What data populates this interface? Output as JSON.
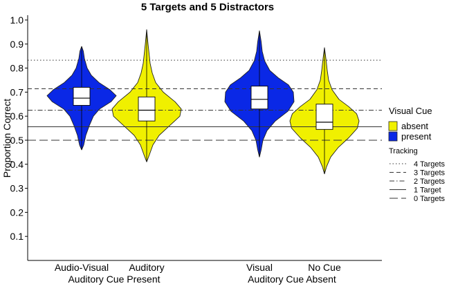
{
  "chart_data": {
    "type": "violin",
    "title": "5 Targets and 5 Distractors",
    "ylabel": "Proportion Correct",
    "xlabel": "",
    "ylim": [
      0.0,
      1.02
    ],
    "yticks": [
      0.1,
      0.2,
      0.3,
      0.4,
      0.5,
      0.6,
      0.7,
      0.8,
      0.9,
      1.0
    ],
    "ytick_labels": [
      "0.1",
      "0.2",
      "0.3",
      "0.4",
      "0.5",
      "0.6",
      "0.7",
      "0.8",
      "0.9",
      "1.0"
    ],
    "grid": false,
    "groups": [
      {
        "label": "Auditory Cue Present",
        "categories": [
          "Audio-Visual",
          "Auditory"
        ]
      },
      {
        "label": "Auditory Cue Absent",
        "categories": [
          "Visual",
          "No Cue"
        ]
      }
    ],
    "violins": [
      {
        "category": "Audio-Visual",
        "visual_cue": "present",
        "min": 0.46,
        "max": 0.89,
        "q1": 0.645,
        "median": 0.675,
        "q3": 0.72,
        "profile": [
          [
            0.46,
            0
          ],
          [
            0.48,
            0.06
          ],
          [
            0.52,
            0.12
          ],
          [
            0.56,
            0.22
          ],
          [
            0.6,
            0.34
          ],
          [
            0.63,
            0.52
          ],
          [
            0.66,
            0.85
          ],
          [
            0.685,
            1.0
          ],
          [
            0.71,
            0.82
          ],
          [
            0.74,
            0.5
          ],
          [
            0.77,
            0.28
          ],
          [
            0.8,
            0.16
          ],
          [
            0.84,
            0.08
          ],
          [
            0.87,
            0.05
          ],
          [
            0.89,
            0
          ]
        ]
      },
      {
        "category": "Auditory",
        "visual_cue": "absent",
        "min": 0.41,
        "max": 0.96,
        "q1": 0.58,
        "median": 0.625,
        "q3": 0.68,
        "profile": [
          [
            0.41,
            0
          ],
          [
            0.44,
            0.08
          ],
          [
            0.48,
            0.18
          ],
          [
            0.52,
            0.36
          ],
          [
            0.56,
            0.66
          ],
          [
            0.6,
            0.96
          ],
          [
            0.63,
            1.0
          ],
          [
            0.66,
            0.82
          ],
          [
            0.7,
            0.48
          ],
          [
            0.74,
            0.26
          ],
          [
            0.78,
            0.16
          ],
          [
            0.82,
            0.1
          ],
          [
            0.86,
            0.07
          ],
          [
            0.9,
            0.04
          ],
          [
            0.96,
            0
          ]
        ]
      },
      {
        "category": "Visual",
        "visual_cue": "present",
        "min": 0.43,
        "max": 0.955,
        "q1": 0.63,
        "median": 0.67,
        "q3": 0.725,
        "profile": [
          [
            0.43,
            0
          ],
          [
            0.46,
            0.05
          ],
          [
            0.5,
            0.1
          ],
          [
            0.54,
            0.22
          ],
          [
            0.58,
            0.46
          ],
          [
            0.62,
            0.82
          ],
          [
            0.66,
            1.0
          ],
          [
            0.7,
            0.98
          ],
          [
            0.73,
            0.84
          ],
          [
            0.76,
            0.54
          ],
          [
            0.79,
            0.3
          ],
          [
            0.83,
            0.15
          ],
          [
            0.87,
            0.08
          ],
          [
            0.91,
            0.05
          ],
          [
            0.955,
            0
          ]
        ]
      },
      {
        "category": "No Cue",
        "visual_cue": "absent",
        "min": 0.36,
        "max": 0.885,
        "q1": 0.545,
        "median": 0.575,
        "q3": 0.65,
        "profile": [
          [
            0.36,
            0
          ],
          [
            0.39,
            0.06
          ],
          [
            0.43,
            0.18
          ],
          [
            0.47,
            0.4
          ],
          [
            0.51,
            0.7
          ],
          [
            0.55,
            0.95
          ],
          [
            0.58,
            1.0
          ],
          [
            0.61,
            0.93
          ],
          [
            0.64,
            0.7
          ],
          [
            0.67,
            0.42
          ],
          [
            0.71,
            0.22
          ],
          [
            0.75,
            0.12
          ],
          [
            0.79,
            0.08
          ],
          [
            0.83,
            0.05
          ],
          [
            0.885,
            0
          ]
        ]
      }
    ],
    "reference_lines": [
      {
        "name": "4 Targets",
        "y": 0.833,
        "style": "dotted"
      },
      {
        "name": "3 Targets",
        "y": 0.714,
        "style": "dashed"
      },
      {
        "name": "2 Targets",
        "y": 0.625,
        "style": "dashdot"
      },
      {
        "name": "1 Target",
        "y": 0.556,
        "style": "solid"
      },
      {
        "name": "0 Targets",
        "y": 0.5,
        "style": "longdash"
      }
    ],
    "legend_fill": {
      "title": "Visual Cue",
      "entries": [
        {
          "name": "absent",
          "color": "#f0f000"
        },
        {
          "name": "present",
          "color": "#0a28e6"
        }
      ]
    },
    "legend_lines_title": "Tracking",
    "legend_placement": "right"
  }
}
